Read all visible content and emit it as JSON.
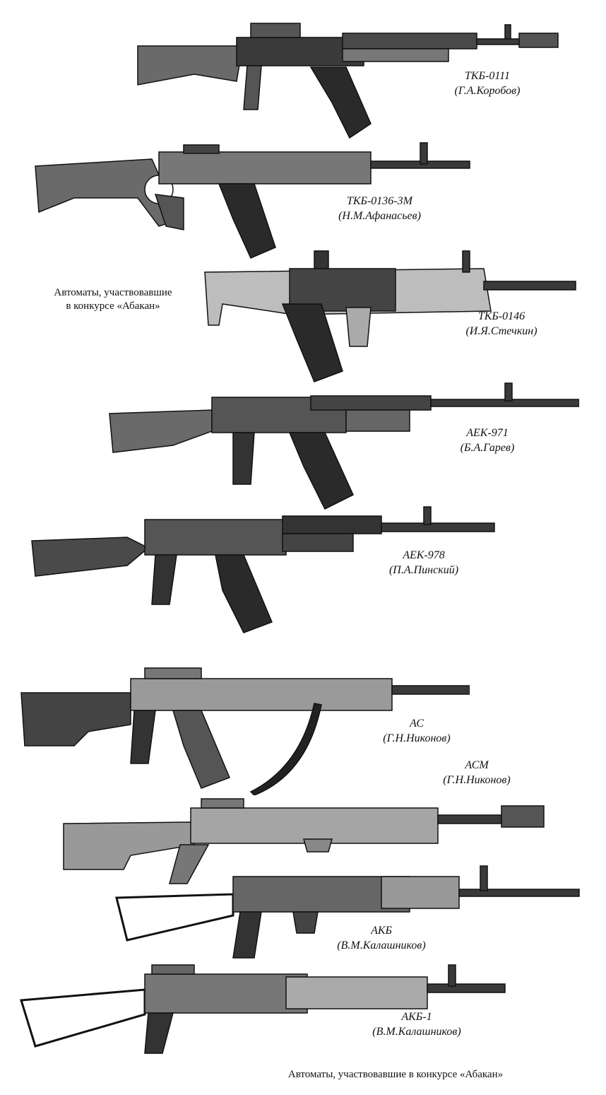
{
  "side_caption": {
    "line1": "Автоматы, участвовавшие",
    "line2": "в конкурсе «Абакан»"
  },
  "weapons": [
    {
      "name": "ТКБ-0111",
      "designer": "(Г.А.Коробов)"
    },
    {
      "name": "ТКБ-0136-3М",
      "designer": "(Н.М.Афанасьев)"
    },
    {
      "name": "ТКБ-0146",
      "designer": "(И.Я.Стечкин)"
    },
    {
      "name": "АЕК-971",
      "designer": "(Б.А.Гарев)"
    },
    {
      "name": "АЕК-978",
      "designer": "(П.А.Пинский)"
    },
    {
      "name": "АС",
      "designer": "(Г.Н.Никонов)"
    },
    {
      "name": "АСМ",
      "designer": "(Г.Н.Никонов)"
    },
    {
      "name": "АКБ",
      "designer": "(В.М.Калашников)"
    },
    {
      "name": "АКБ-1",
      "designer": "(В.М.Калашников)"
    }
  ],
  "bottom_caption": "Автоматы, участвовавшие в конкурсе «Абакан»"
}
